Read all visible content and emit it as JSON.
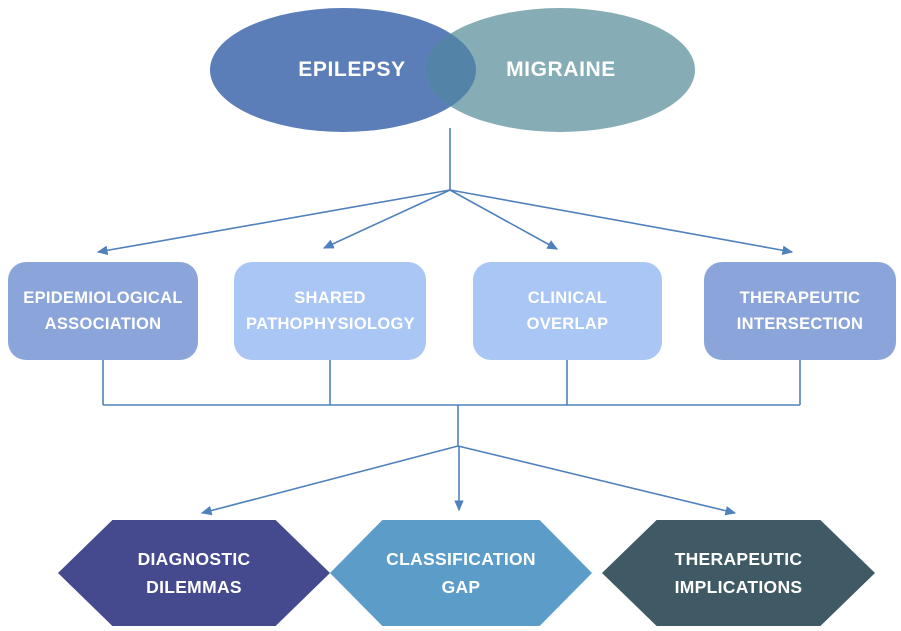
{
  "venn": {
    "left": {
      "label": "EPILEPSY",
      "color": "#5b7db8"
    },
    "right": {
      "label": "MIGRAINE",
      "color": "#86acb6"
    },
    "overlap_color": "#5383a6"
  },
  "branches": [
    {
      "label": "EPIDEMIOLOGICAL ASSOCIATION",
      "color": "#8ba5da"
    },
    {
      "label": "SHARED PATHOPHYSIOLOGY",
      "color": "#a9c6f4"
    },
    {
      "label": "CLINICAL OVERLAP",
      "color": "#a9c6f4"
    },
    {
      "label": "THERAPEUTIC INTERSECTION",
      "color": "#8ba5da"
    }
  ],
  "outcomes": [
    {
      "label": "DIAGNOSTIC DILEMMAS",
      "color": "#45498e"
    },
    {
      "label": "CLASSIFICATION GAP",
      "color": "#5b9cc9"
    },
    {
      "label": "THERAPEUTIC IMPLICATIONS",
      "color": "#3f5a64"
    }
  ],
  "connectors": {
    "color": "#4f81bd"
  }
}
